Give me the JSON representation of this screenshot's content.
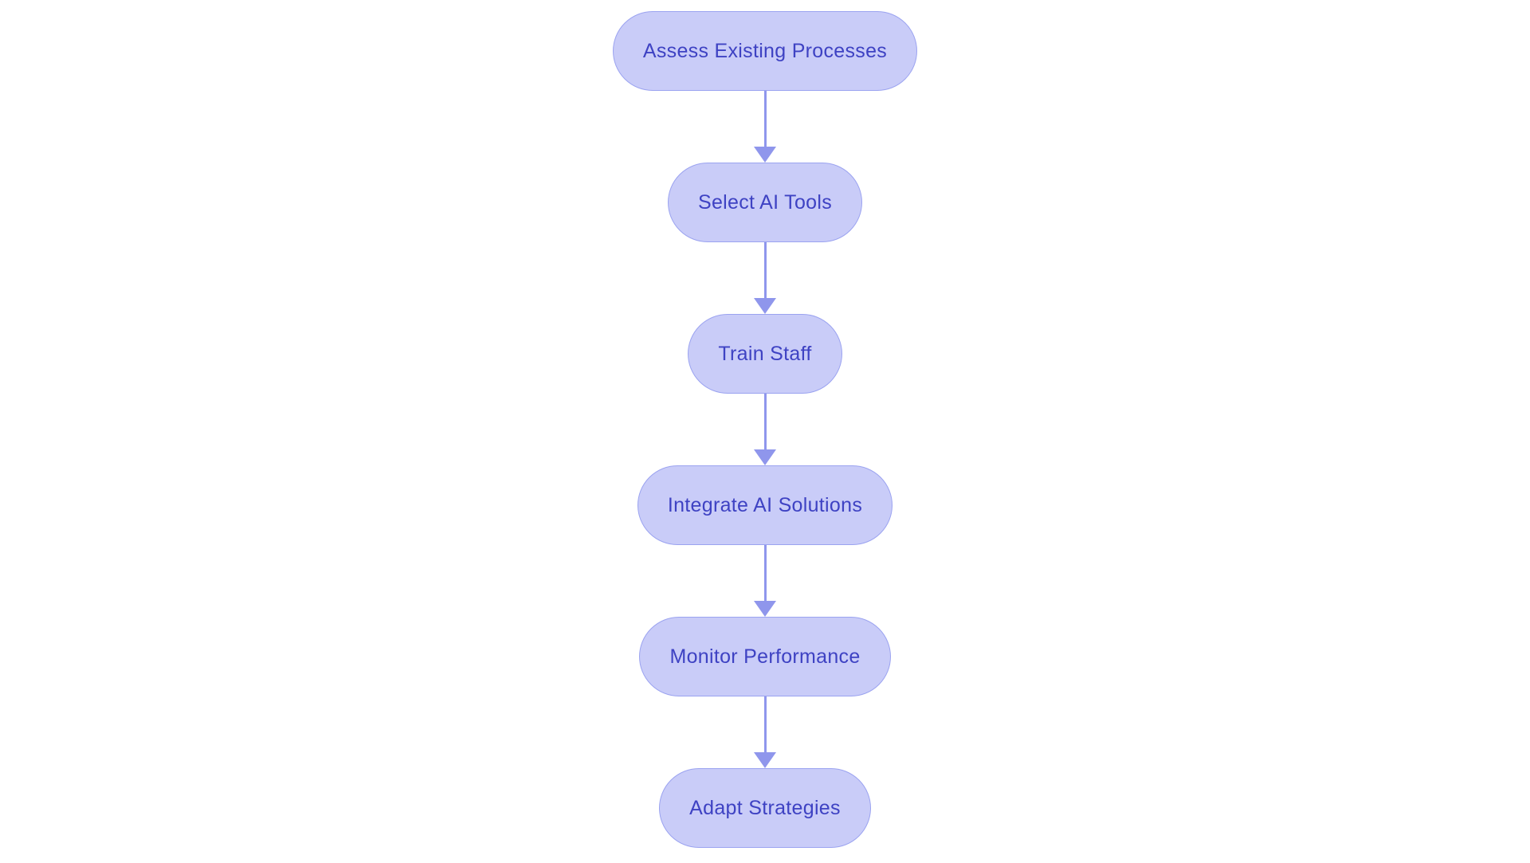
{
  "diagram": {
    "type": "flowchart",
    "direction": "top-down",
    "colors": {
      "background": "#ffffff",
      "node_fill": "#c9ccf8",
      "node_border": "#9ba3f0",
      "node_text": "#3e42c3",
      "arrow_color": "#8f96ec"
    },
    "nodes": [
      {
        "id": "assess",
        "label": "Assess Existing Processes"
      },
      {
        "id": "select",
        "label": "Select AI Tools"
      },
      {
        "id": "train",
        "label": "Train Staff"
      },
      {
        "id": "integrate",
        "label": "Integrate AI Solutions"
      },
      {
        "id": "monitor",
        "label": "Monitor Performance"
      },
      {
        "id": "adapt",
        "label": "Adapt Strategies"
      }
    ],
    "edges": [
      {
        "from": "assess",
        "to": "select"
      },
      {
        "from": "select",
        "to": "train"
      },
      {
        "from": "train",
        "to": "integrate"
      },
      {
        "from": "integrate",
        "to": "monitor"
      },
      {
        "from": "monitor",
        "to": "adapt"
      }
    ]
  }
}
